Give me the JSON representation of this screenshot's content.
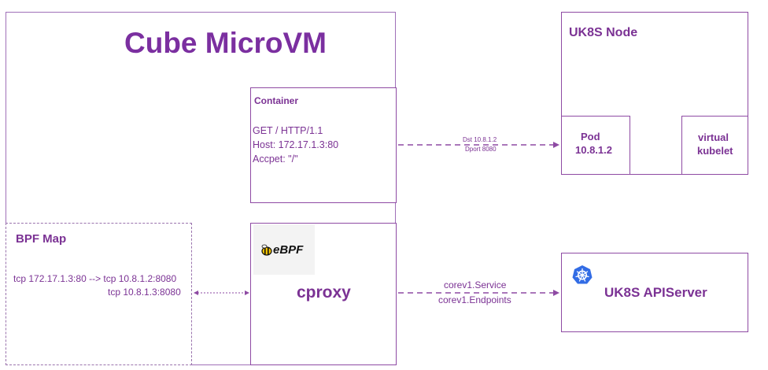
{
  "microvm": {
    "title": "Cube MicroVM"
  },
  "container": {
    "title": "Container",
    "request_line1": "GET / HTTP/1.1",
    "request_line2": "Host: 172.17.1.3:80",
    "request_line3": "Accpet: \"/\""
  },
  "bpf_map": {
    "title": "BPF Map",
    "entry_line1": "tcp 172.17.1.3:80 --> tcp 10.8.1.2:8080",
    "entry_line2": "tcp 10.8.1.3:8080"
  },
  "cproxy": {
    "label": "cproxy",
    "logo_text": "eBPF"
  },
  "node": {
    "title": "UK8S Node",
    "pod_label": "Pod",
    "pod_ip": "10.8.1.2",
    "vk_line1": "virtual",
    "vk_line2": "kubelet"
  },
  "apiserver": {
    "label": "UK8S APIServer",
    "logo": "kubernetes-icon"
  },
  "arrows": {
    "pod_dst": "Dst 10.8.1.2",
    "pod_dport": "Dport 8080",
    "api_service": "corev1.Service",
    "api_endpoints": "corev1.Endpoints"
  },
  "colors": {
    "accent": "#7b3294",
    "border": "#8e4aa3"
  }
}
